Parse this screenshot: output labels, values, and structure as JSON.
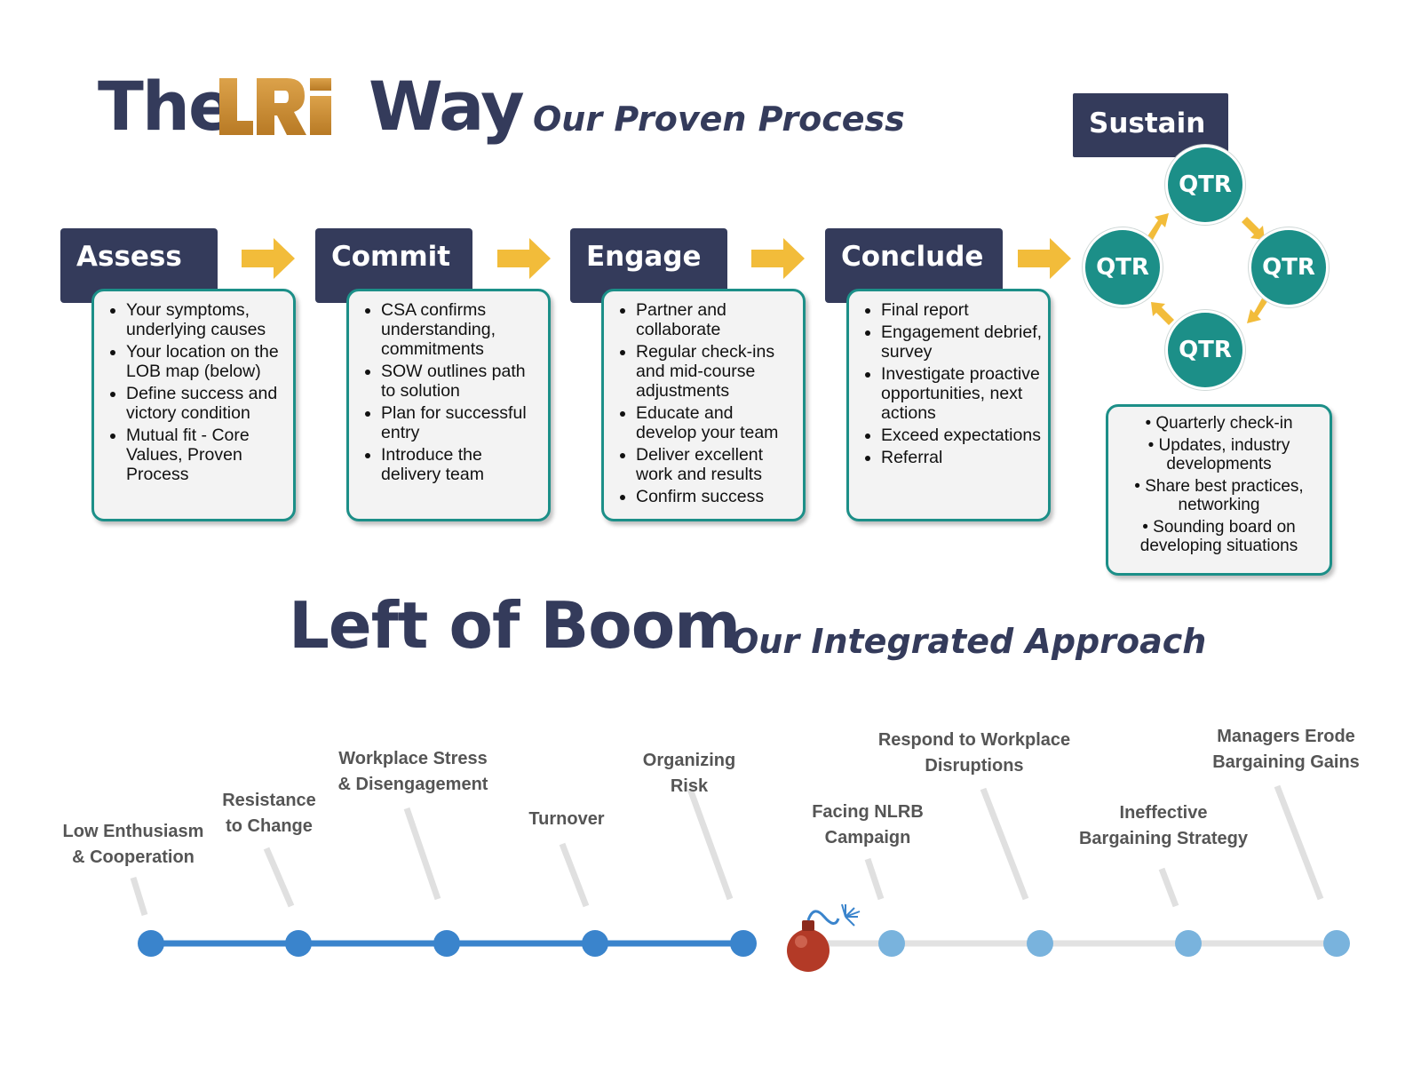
{
  "title": {
    "the": "The",
    "logo": "LRi",
    "way": "Way",
    "subtitle": "Our Proven Process"
  },
  "steps": [
    {
      "header": "Assess",
      "bullets": [
        "Your symptoms, underlying causes",
        "Your location on the LOB map (below)",
        "Define success and victory condition",
        "Mutual fit - Core Values, Proven Process"
      ]
    },
    {
      "header": "Commit",
      "bullets": [
        "CSA confirms understanding, commitments",
        "SOW outlines path to solution",
        "Plan for successful entry",
        "Introduce the delivery team"
      ]
    },
    {
      "header": "Engage",
      "bullets": [
        "Partner and collaborate",
        "Regular check-ins and mid-course adjustments",
        "Educate and develop your team",
        "Deliver excellent work and results",
        "Confirm success"
      ]
    },
    {
      "header": "Conclude",
      "bullets": [
        "Final report",
        "Engagement debrief, survey",
        "Investigate proactive opportunities, next actions",
        "Exceed expectations",
        "Referral"
      ]
    }
  ],
  "sustain": {
    "header": "Sustain",
    "qtr_label": "QTR",
    "bullets": [
      "Quarterly check-in",
      "Updates, industry developments",
      "Share best practices, networking",
      "Sounding board on developing situations"
    ]
  },
  "boom": {
    "title": "Left of Boom",
    "subtitle": "Our Integrated Approach"
  },
  "timeline": {
    "before_boom": [
      "Low Enthusiasm & Cooperation",
      "Resistance to Change",
      "Workplace Stress & Disengagement",
      "Turnover",
      "Organizing Risk"
    ],
    "after_boom": [
      "Facing NLRB Campaign",
      "Respond to Workplace Disruptions",
      "Ineffective Bargaining Strategy",
      "Managers Erode Bargaining Gains"
    ],
    "colors": {
      "active": "#3a84cc",
      "inactive": "#79b3dd",
      "line_inactive": "#e2e2e2",
      "bomb": "#b33a27"
    }
  },
  "colors": {
    "navy": "#343b5b",
    "teal": "#1c8f88",
    "arrow": "#f2bc3a",
    "gold": "#c0862b"
  }
}
